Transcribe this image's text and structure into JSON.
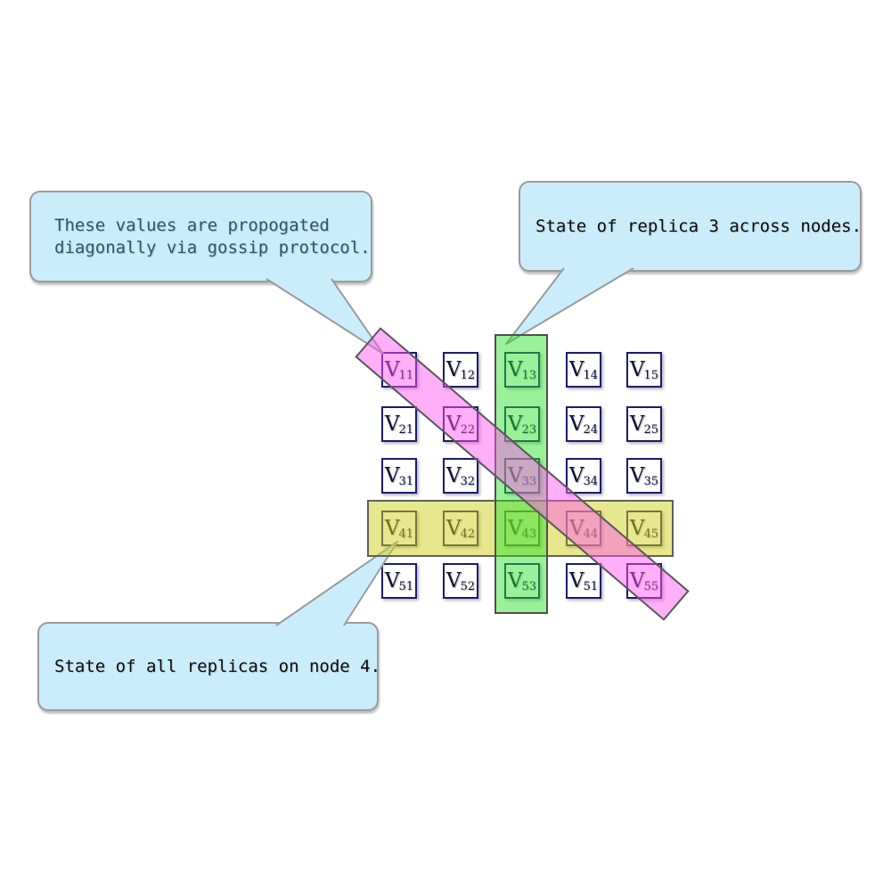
{
  "diagram": {
    "matrix": {
      "symbol": "V",
      "rows": [
        [
          "11",
          "12",
          "13",
          "14",
          "15"
        ],
        [
          "21",
          "22",
          "23",
          "24",
          "25"
        ],
        [
          "31",
          "32",
          "33",
          "34",
          "35"
        ],
        [
          "41",
          "42",
          "43",
          "44",
          "45"
        ],
        [
          "51",
          "52",
          "53",
          "51",
          "55"
        ]
      ]
    },
    "callouts": {
      "gossip": {
        "lines": [
          "These values are propogated",
          "diagonally via gossip protocol."
        ]
      },
      "replica": {
        "text": "State of replica 3 across nodes."
      },
      "node4": {
        "text": "State of all replicas on node 4."
      }
    },
    "highlights": [
      {
        "name": "diagonal-gossip-band",
        "shape": "rotated-band",
        "fill": "#ff55f0",
        "cells": [
          "V11",
          "V22",
          "V33",
          "V44",
          "V55"
        ]
      },
      {
        "name": "replica-3-column",
        "shape": "vertical-band",
        "fill": "#28e12f",
        "cells": [
          "V13",
          "V23",
          "V33",
          "V43",
          "V53"
        ]
      },
      {
        "name": "node-4-row",
        "shape": "horizontal-band",
        "fill": "#d0d01c",
        "cells": [
          "V41",
          "V42",
          "V43",
          "V44",
          "V45"
        ]
      }
    ],
    "colors": {
      "callout_bg": "#cbedfb",
      "callout_border": "#9b9b9b",
      "callout_text_primary": "#2f5766",
      "callout_text_dark": "#0c0c0c",
      "cell_border": "#1b1b6e",
      "cell_text": "#10103c",
      "band_border": "#595959"
    }
  }
}
